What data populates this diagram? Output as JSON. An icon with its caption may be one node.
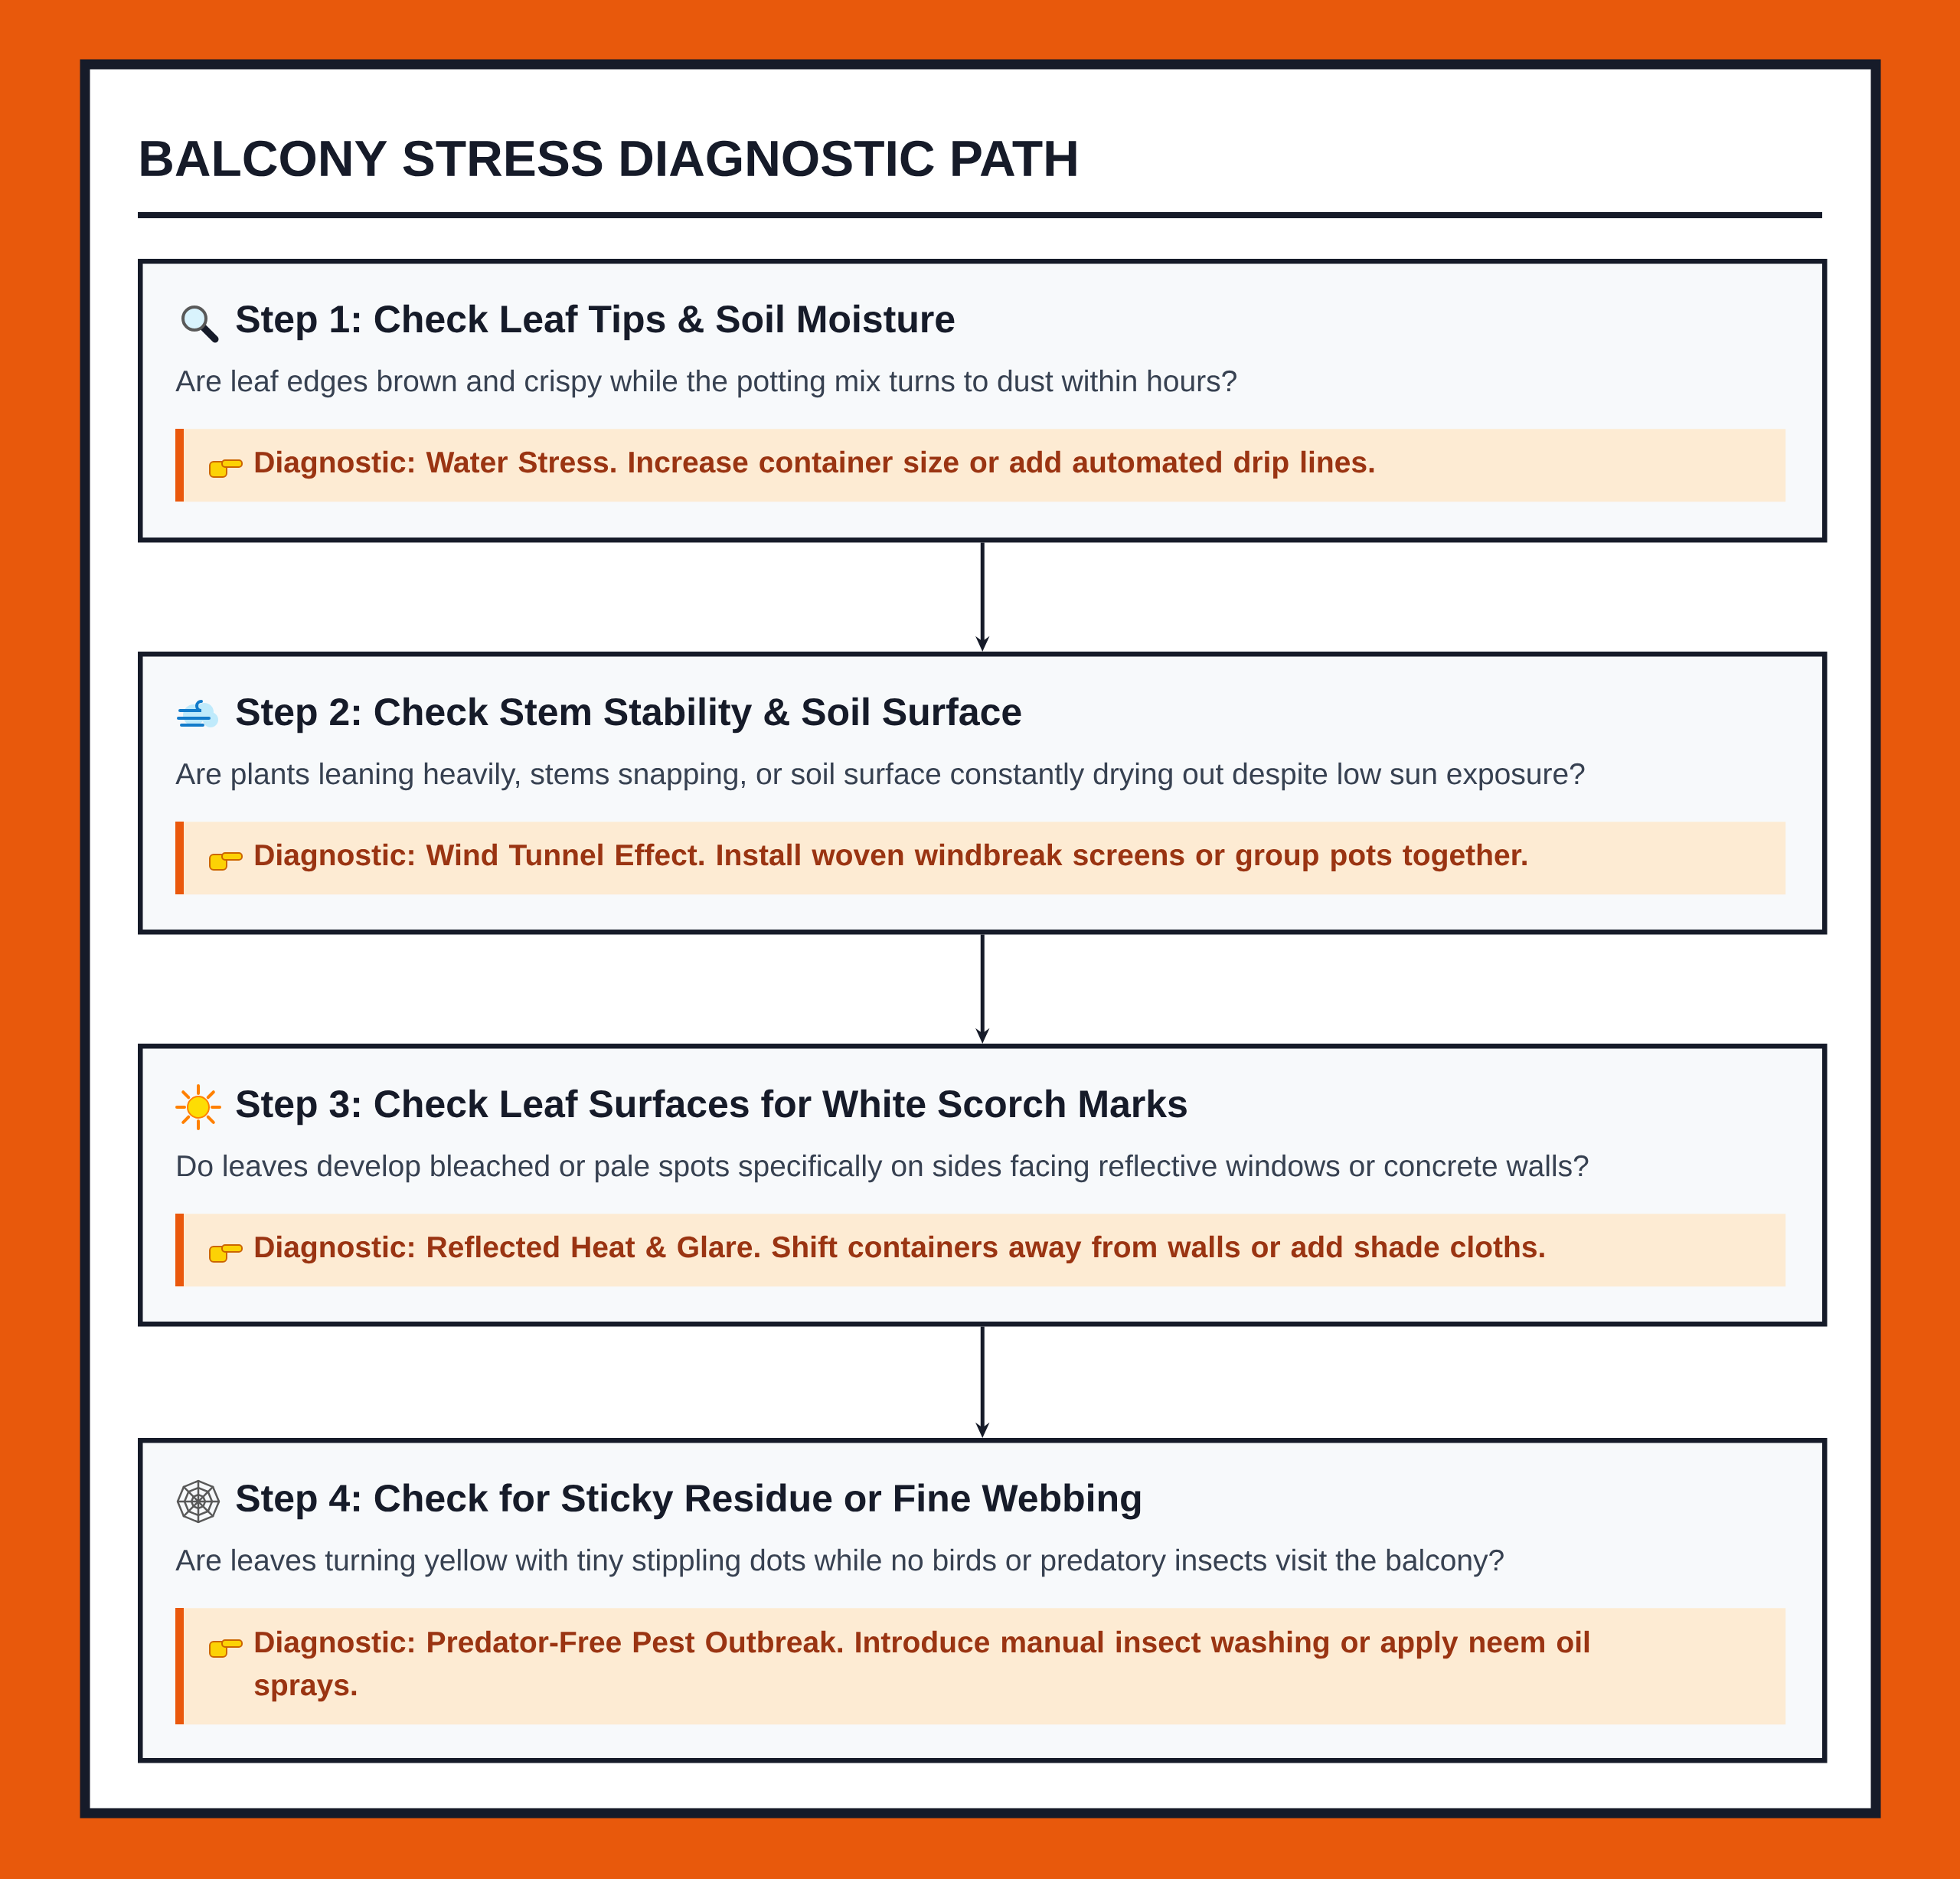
{
  "diagram": {
    "title": "BALCONY STRESS DIAGNOSTIC PATH",
    "nodes": [
      {
        "text": [
          "Step 1: Check Leaf Tips & Soil Moisture",
          "Are leaf edges brown and crispy while the potting mix turns to dust within hours?"
        ]
      },
      {
        "text": [
          "Diagnostic: Water Stress. Increase container size or add automated drip lines."
        ],
        "in": 0
      },
      {
        "text": [
          "Step 2: Check Stem Stability & Soil Surface",
          "Are plants leaning heavily, stems snapping, or soil surface constantly drying out despite low sun exposure?"
        ]
      },
      {
        "text": [
          "Diagnostic: Wind Tunnel Effect. Install woven windbreak screens or group pots together."
        ],
        "in": 2
      },
      {
        "text": [
          "Step 3: Check Leaf Surfaces for White Scorch Marks",
          "Do leaves develop bleached or pale spots specifically on sides facing reflective windows or concrete walls?"
        ]
      },
      {
        "text": [
          "Diagnostic: Reflected Heat & Glare. Shift containers away from walls or add shade cloths."
        ],
        "in": 4
      },
      {
        "text": [
          "Step 4: Check for Sticky Residue or Fine Webbing",
          "Are leaves turning yellow with tiny stippling dots while no birds or predatory insects visit the balcony?"
        ]
      },
      {
        "text": [
          "Diagnostic: Predator-Free Pest Outbreak. Introduce manual insect washing or apply neem oil sprays."
        ],
        "in": 6
      }
    ],
    "edges": [
      {
        "from": 0,
        "to": 2,
        "arrow": "to"
      },
      {
        "from": 2,
        "to": 4,
        "arrow": "to"
      },
      {
        "from": 4,
        "to": 6,
        "arrow": "to"
      }
    ]
  }
}
